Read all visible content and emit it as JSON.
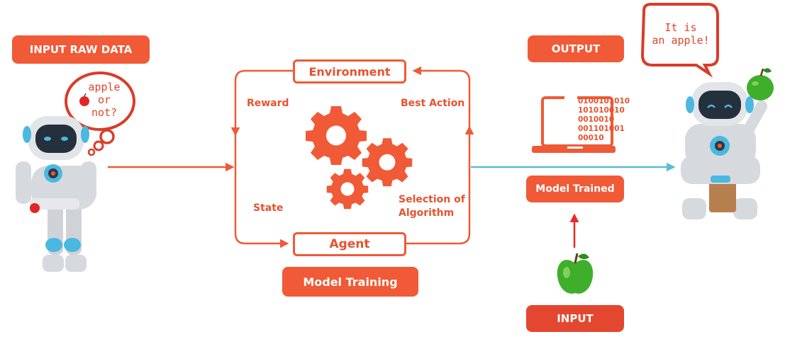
{
  "labels": {
    "input_raw_data": "INPUT RAW DATA",
    "output": "OUTPUT",
    "input": "INPUT",
    "environment": "Environment",
    "agent": "Agent",
    "model_training": "Model Training",
    "model_trained": "Model Trained",
    "reward": "Reward",
    "best_action": "Best Action",
    "state": "State",
    "selection_line1": "Selection of",
    "selection_line2": "Algorithm"
  },
  "bubbles": {
    "left": [
      "apple",
      "or",
      "not?"
    ],
    "right": [
      "It is",
      "an apple!"
    ]
  },
  "binary_lines": [
    "0100101010",
    "101010010",
    "0010010",
    "001101001",
    "00010"
  ],
  "icons": [
    "robot-icon",
    "gears-icon",
    "laptop-icon",
    "apple-icon",
    "thought-bubble-icon",
    "arrow-icon"
  ],
  "colors": {
    "accent": "#f05a36",
    "arrow_blue": "#5bbcd6",
    "arrow_red": "#e8282a",
    "apple_green": "#3fae2a",
    "robot_grey": "#d6d9dd",
    "robot_blue": "#4ab8e0"
  }
}
